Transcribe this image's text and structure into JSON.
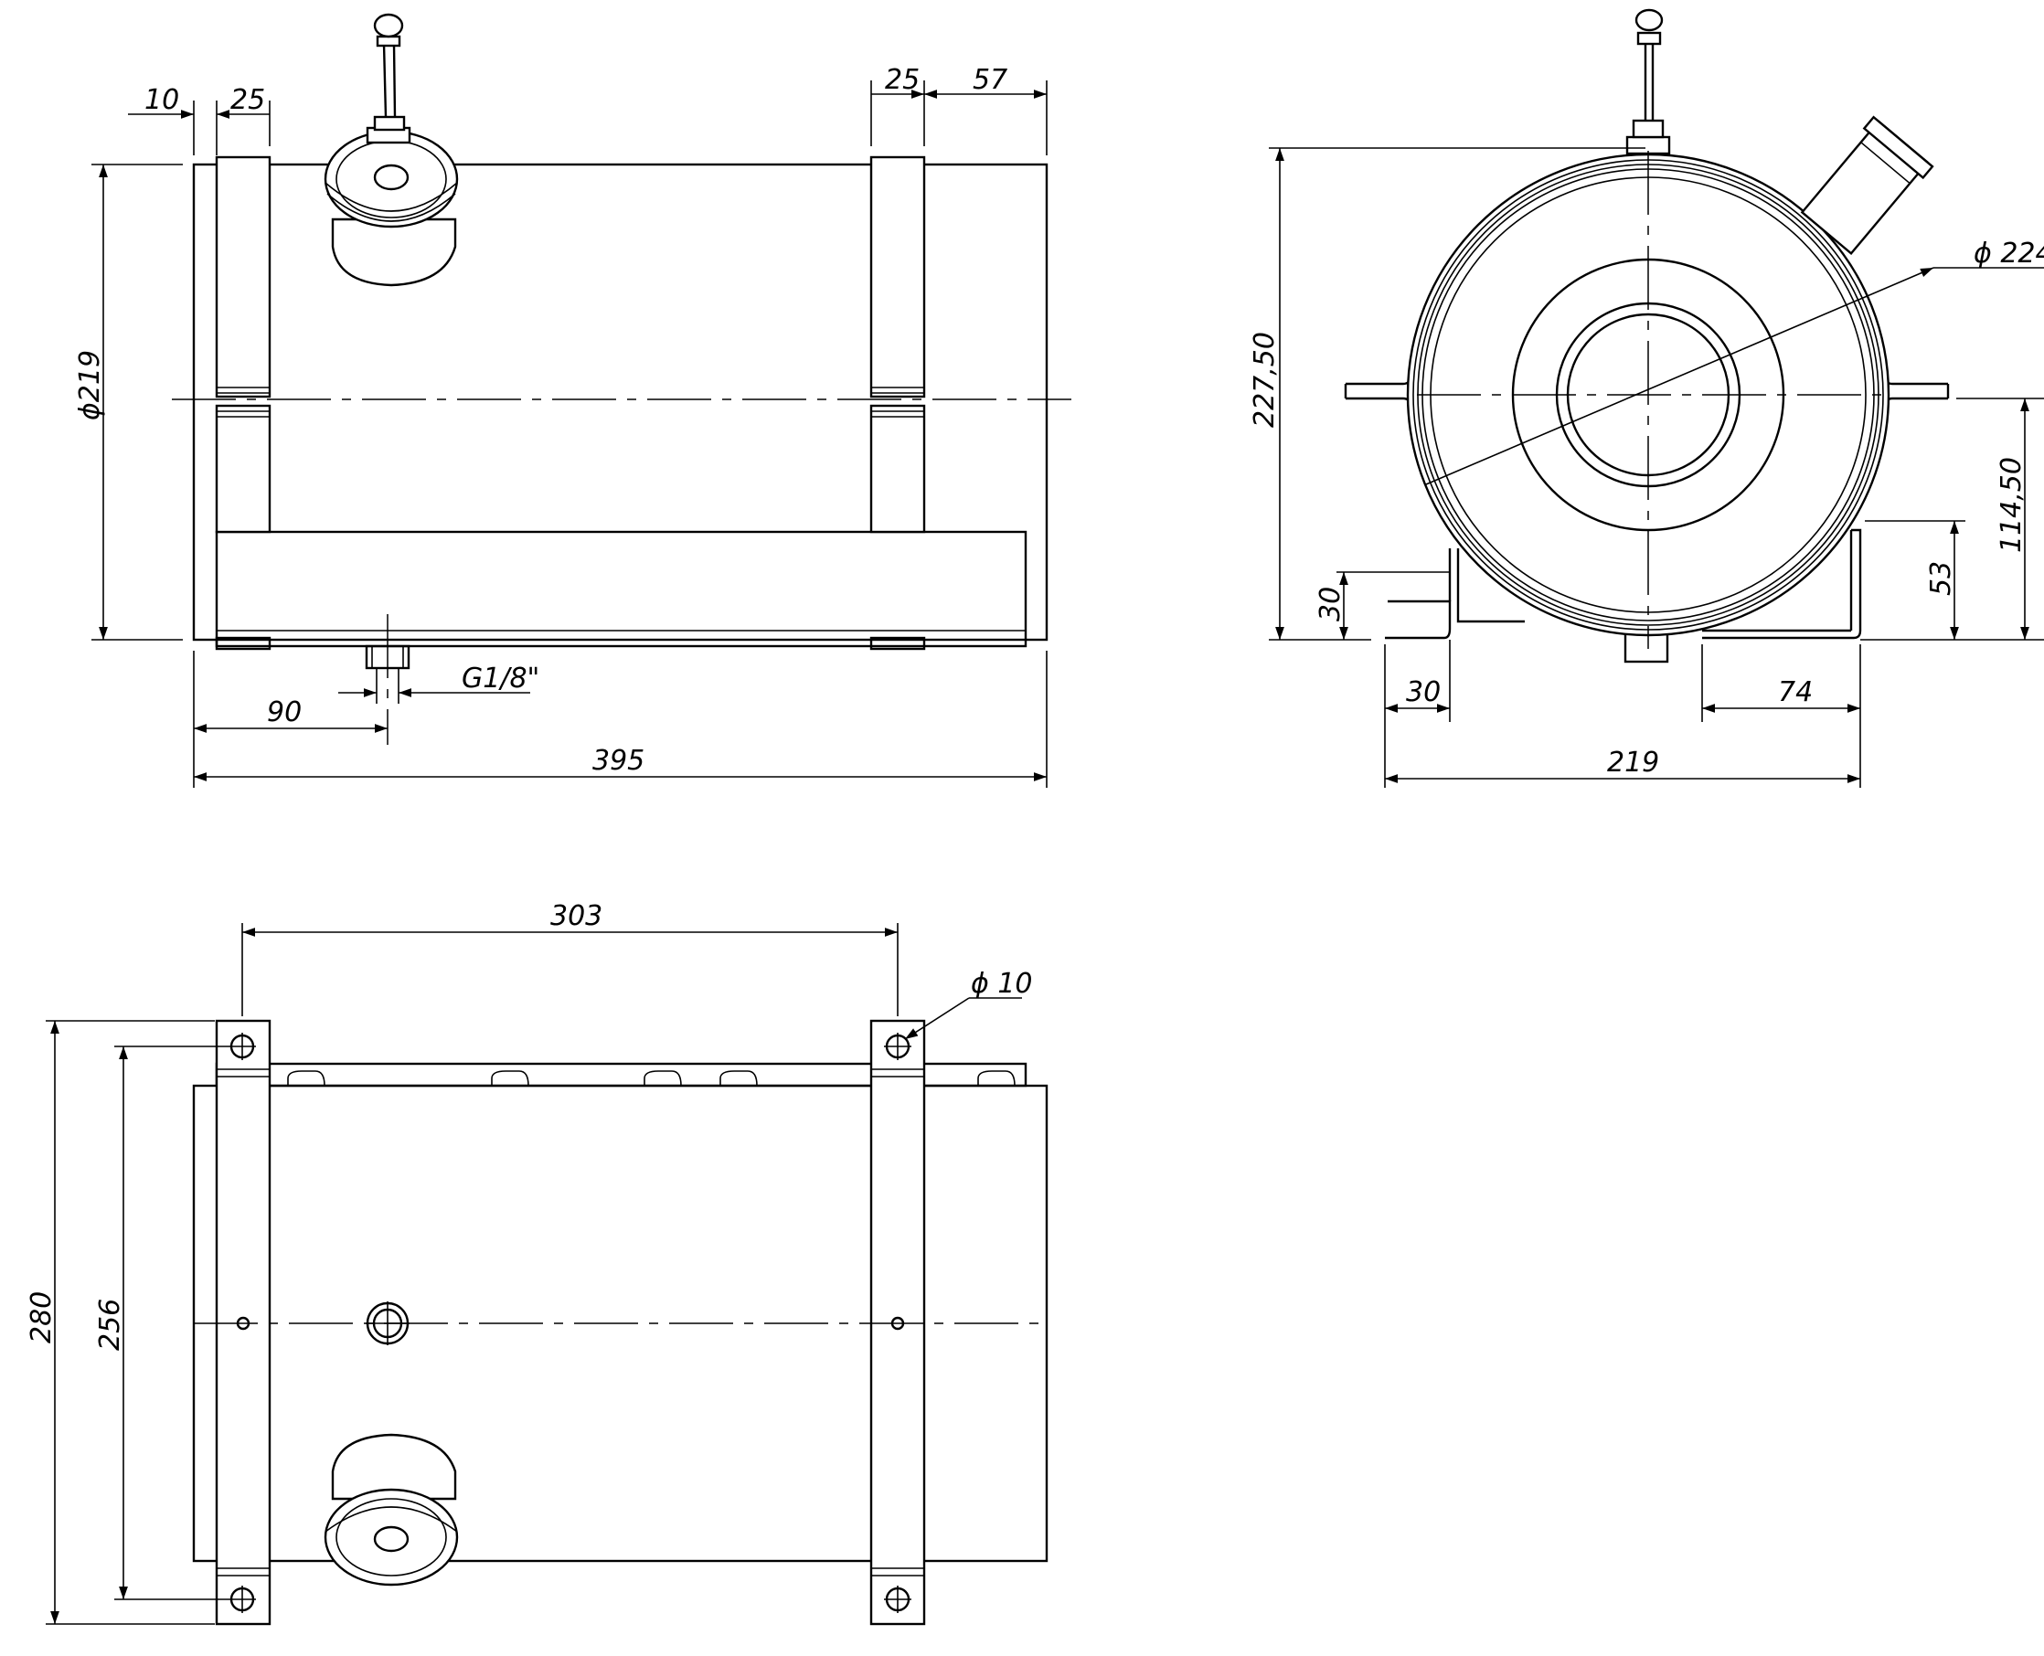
{
  "dimensions": {
    "front": {
      "d1": "10",
      "d2": "25",
      "d3": "25",
      "d4": "57",
      "dia": "ϕ219",
      "offset": "90",
      "thread": "G1/8\"",
      "length": "395"
    },
    "side": {
      "height": "227,50",
      "dia": "ϕ 224",
      "center": "114,50",
      "bracket": "53",
      "foot_h": "30",
      "foot_w": "30",
      "foot_r": "74",
      "width": "219"
    },
    "top": {
      "spacing": "303",
      "hole": "ϕ 10",
      "outer": "280",
      "inner": "256"
    }
  }
}
